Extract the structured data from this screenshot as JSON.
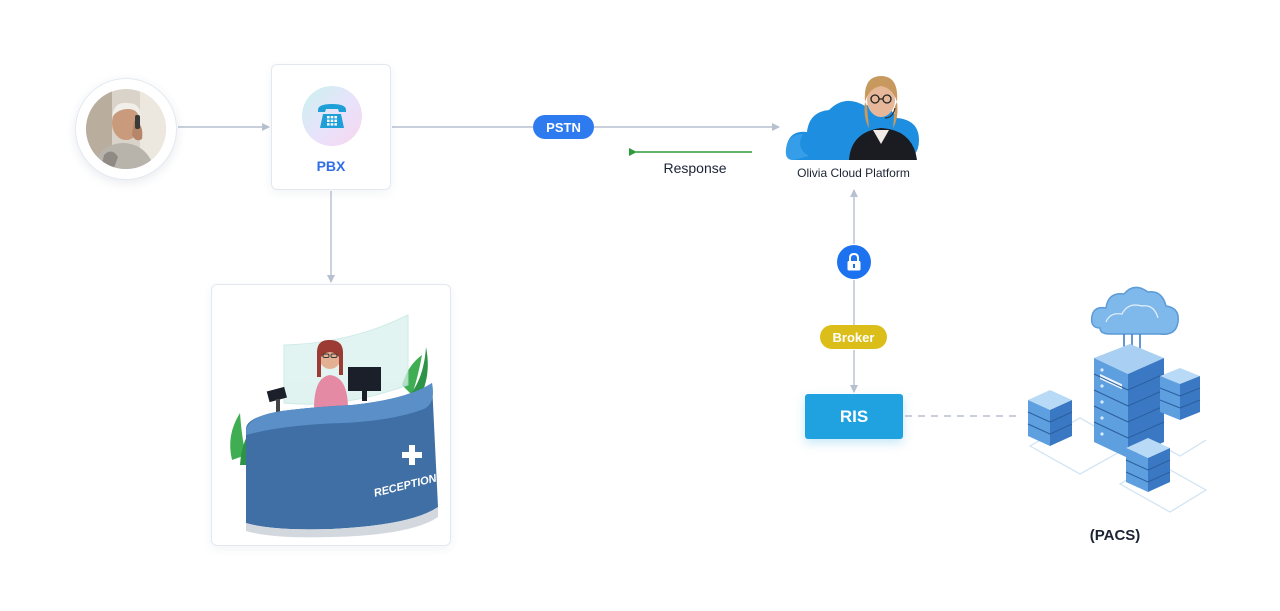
{
  "nodes": {
    "caller": {
      "icon": "elderly-man-on-phone-photo"
    },
    "pbx": {
      "label": "PBX",
      "icon": "telephone-icon"
    },
    "reception": {
      "icon": "reception-desk-illustration",
      "desk_text": "RECEPTION"
    },
    "cloud": {
      "label": "Olivia Cloud Platform",
      "icon": "cloud-with-agent-avatar"
    },
    "ris": {
      "label": "RIS"
    },
    "pacs": {
      "label": "(PACS)",
      "icon": "server-stack-cloud-illustration"
    }
  },
  "connectors": {
    "pstn": {
      "label": "PSTN"
    },
    "response": {
      "label": "Response"
    },
    "broker": {
      "label": "Broker"
    },
    "security": {
      "icon": "lock-icon"
    }
  },
  "colors": {
    "accent_blue": "#2e7bf0",
    "ris_blue": "#1fa2df",
    "broker_yellow": "#dcbe1a",
    "response_arrow": "#2f9a3c",
    "line_gray": "#b7c0cf",
    "cloud_blue": "#1e8fe0"
  }
}
